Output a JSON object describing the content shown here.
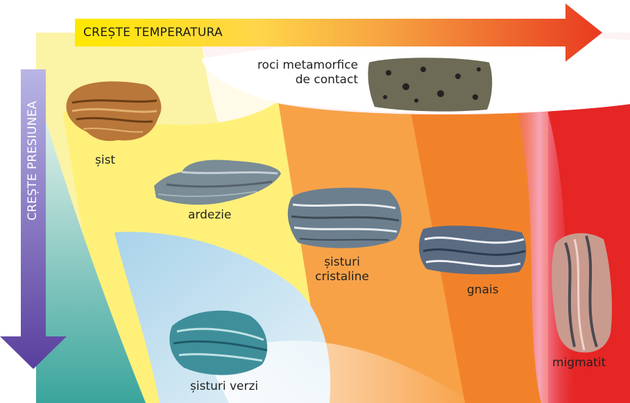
{
  "arrows": {
    "temperature": "CREȘTE TEMPERATURA",
    "pressure": "CREȘTE PRESIUNEA"
  },
  "rocks": {
    "sist": "șist",
    "ardezie": "ardezie",
    "contact_line1": "roci metamorfice",
    "contact_line2": "de contact",
    "cristaline_line1": "șisturi",
    "cristaline_line2": "cristaline",
    "gnais": "gnais",
    "migmatit": "migmatit",
    "verzi": "șisturi verzi"
  }
}
